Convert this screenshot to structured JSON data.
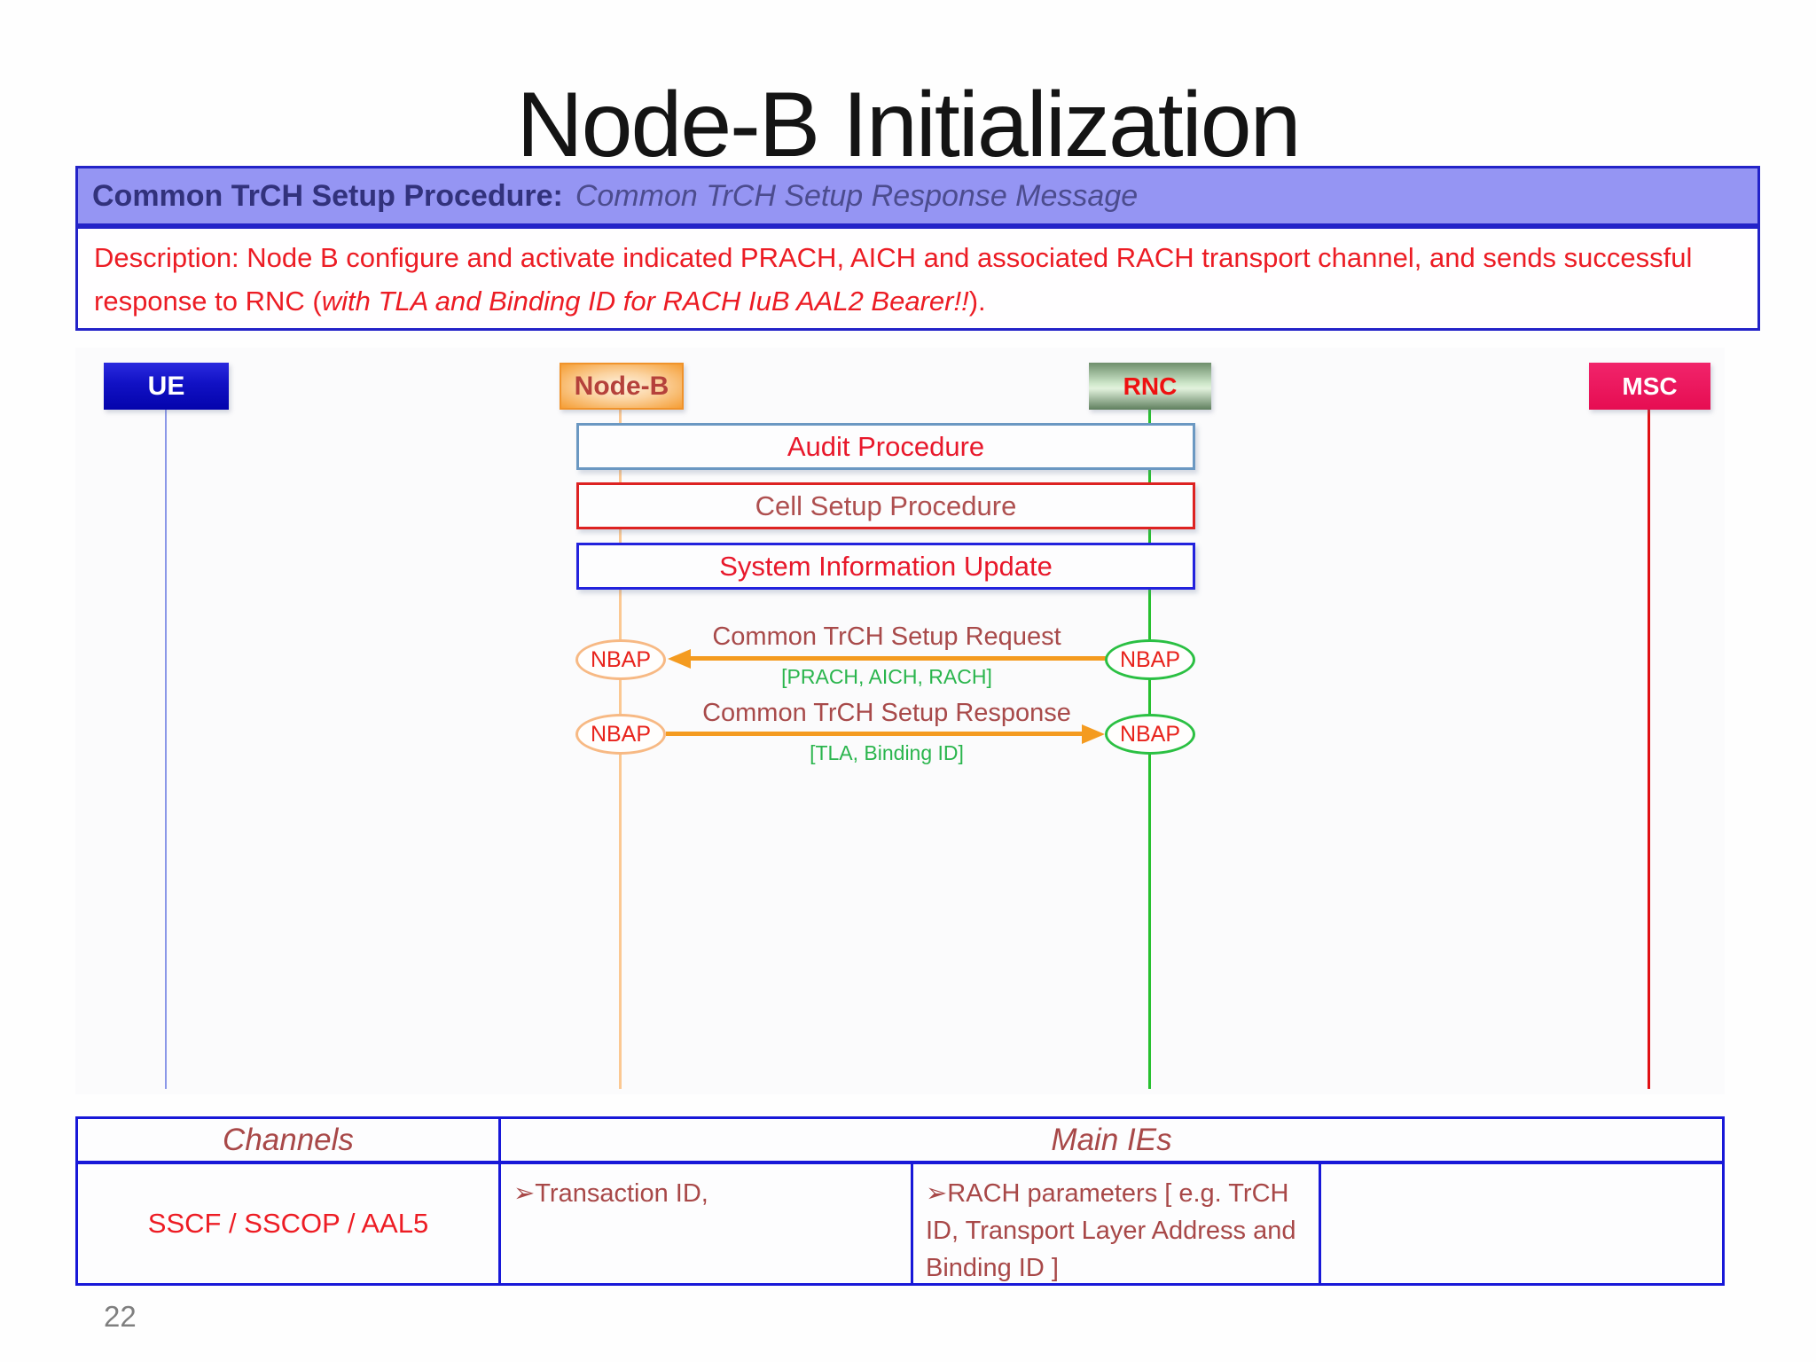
{
  "header": {
    "title": "Node-B Initialization"
  },
  "banner": {
    "title_bold": "Common TrCH Setup Procedure:",
    "title_italic": "Common TrCH Setup Response Message"
  },
  "description": {
    "prefix": "Description: Node B configure and activate indicated PRACH, AICH and associated RACH transport channel, and sends successful response to RNC (",
    "italic": "with TLA and Binding ID for RACH IuB AAL2 Bearer!!",
    "suffix": ")."
  },
  "actors": [
    {
      "id": "ue",
      "label": "UE",
      "color": "#1111c4",
      "lifeline_color": "#8a97e8"
    },
    {
      "id": "node-b",
      "label": "Node-B",
      "color": "#f59e35",
      "lifeline_color": "#fbc892"
    },
    {
      "id": "rnc",
      "label": "RNC",
      "color": "#6e8e6c",
      "lifeline_color": "#27c02f"
    },
    {
      "id": "msc",
      "label": "MSC",
      "color": "#e60d52",
      "lifeline_color": "#e01014"
    }
  ],
  "procedures": [
    {
      "label": "Audit Procedure",
      "border_color": "#6b98c2",
      "text_color": "#e8182b"
    },
    {
      "label": "Cell Setup Procedure",
      "border_color": "#dd2222",
      "text_color": "#ae4f4f"
    },
    {
      "label": "System Information Update",
      "border_color": "#2222dd",
      "text_color": "#e8182b"
    }
  ],
  "messages": [
    {
      "label": "Common TrCH Setup Request",
      "params": "[PRACH, AICH, RACH]",
      "protocol": "NBAP",
      "direction": "rnc-to-nodeb",
      "arrow_color": "#f49b20",
      "params_color": "#2ab54d"
    },
    {
      "label": "Common TrCH Setup Response",
      "params": "[TLA, Binding ID]",
      "protocol": "NBAP",
      "direction": "nodeb-to-rnc",
      "arrow_color": "#f49b20",
      "params_color": "#2ab54d"
    }
  ],
  "table": {
    "headers": [
      "Channels",
      "Main IEs"
    ],
    "rows": [
      [
        "SSCF / SSCOP / AAL5",
        "➢Transaction ID,",
        "➢RACH parameters [ e.g. TrCH ID, Transport Layer Address and Binding ID ]",
        ""
      ]
    ],
    "border_color": "#1818d8"
  },
  "footer": {
    "page_number": "22"
  }
}
